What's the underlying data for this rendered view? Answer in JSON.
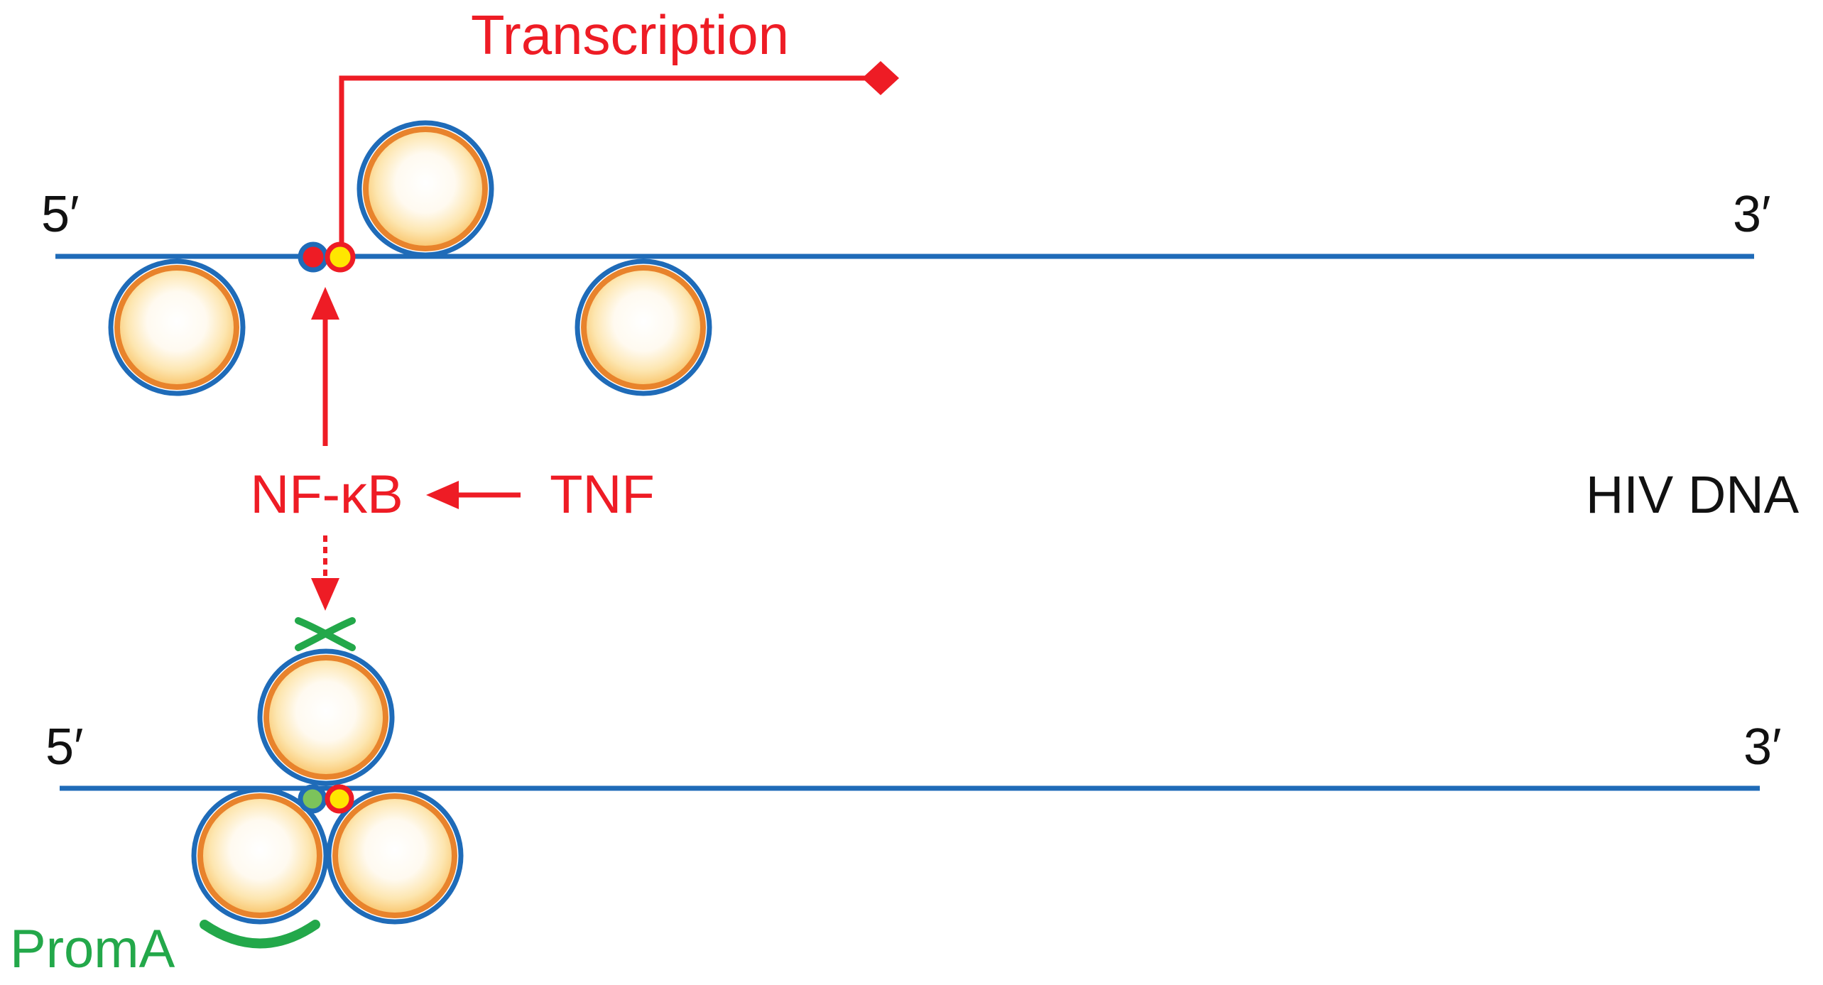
{
  "labels": {
    "transcription": "Transcription",
    "five_prime_top": "5′",
    "three_prime_top": "3′",
    "five_prime_bottom": "5′",
    "three_prime_bottom": "3′",
    "nfkb": "NF-κB",
    "tnf": "TNF",
    "hiv_dna": "HIV DNA",
    "promA": "PromA"
  },
  "colors": {
    "dna": "#1f6bb8",
    "red": "#ee1c25",
    "green": "#23a84a",
    "histone_ring": "#e8832c",
    "yellow": "#ffe600",
    "light_green": "#7cc35b",
    "text": "#111111"
  }
}
